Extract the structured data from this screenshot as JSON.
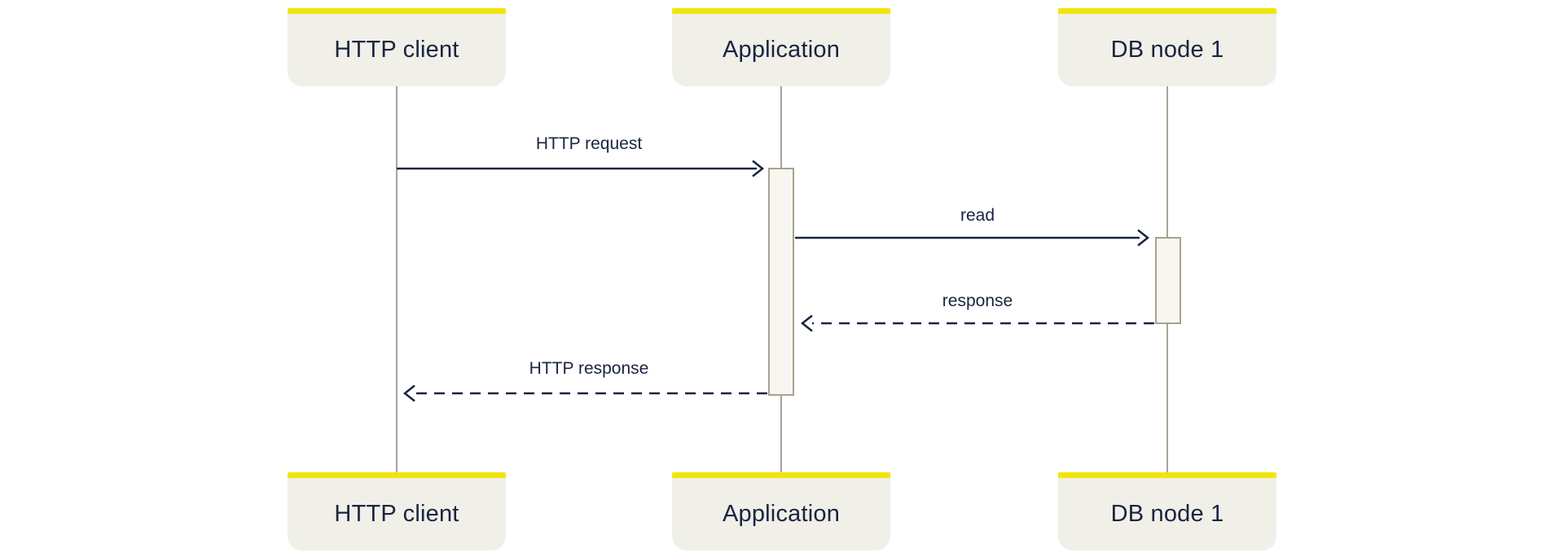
{
  "diagram": {
    "type": "sequence-diagram",
    "participants": [
      {
        "id": "http-client",
        "label": "HTTP client"
      },
      {
        "id": "application",
        "label": "Application"
      },
      {
        "id": "db-node-1",
        "label": "DB node 1"
      }
    ],
    "messages": [
      {
        "from": "HTTP client",
        "to": "Application",
        "label": "HTTP request",
        "line": "solid"
      },
      {
        "from": "Application",
        "to": "DB node 1",
        "label": "read",
        "line": "solid"
      },
      {
        "from": "DB node 1",
        "to": "Application",
        "label": "response",
        "line": "dashed"
      },
      {
        "from": "Application",
        "to": "HTTP client",
        "label": "HTTP response",
        "line": "dashed"
      }
    ],
    "colors": {
      "yellow": "#f2e50b",
      "box-fill": "#f0efe8",
      "activation-fill": "#f7f6f0",
      "activation-border": "#a8a190",
      "lifeline": "#aaa396",
      "ink": "#192440",
      "canvas": "#ffffff"
    }
  }
}
